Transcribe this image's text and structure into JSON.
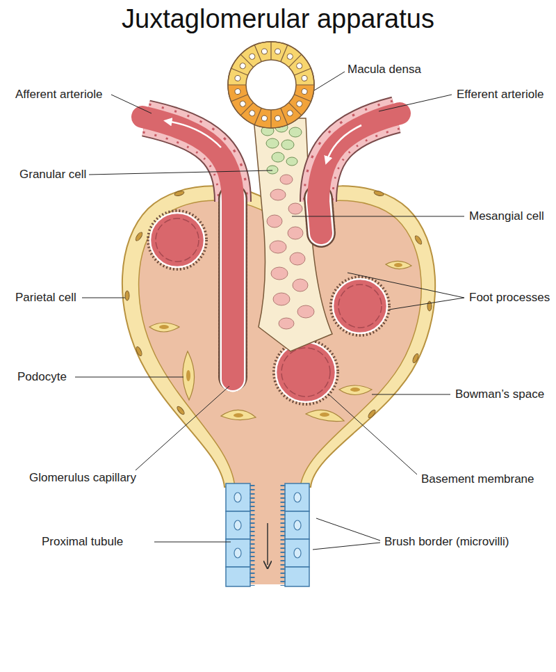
{
  "diagram": {
    "title": "Juxtaglomerular apparatus",
    "labels": [
      "Macula densa",
      "Afferent arteriole",
      "Efferent arteriole",
      "Granular cell",
      "Mesangial cell",
      "Parietal cell",
      "Foot processes",
      "Podocyte",
      "Bowman’s space",
      "Glomerulus capillary",
      "Basement membrane",
      "Proximal tubule",
      "Brush border (microvilli)"
    ]
  }
}
